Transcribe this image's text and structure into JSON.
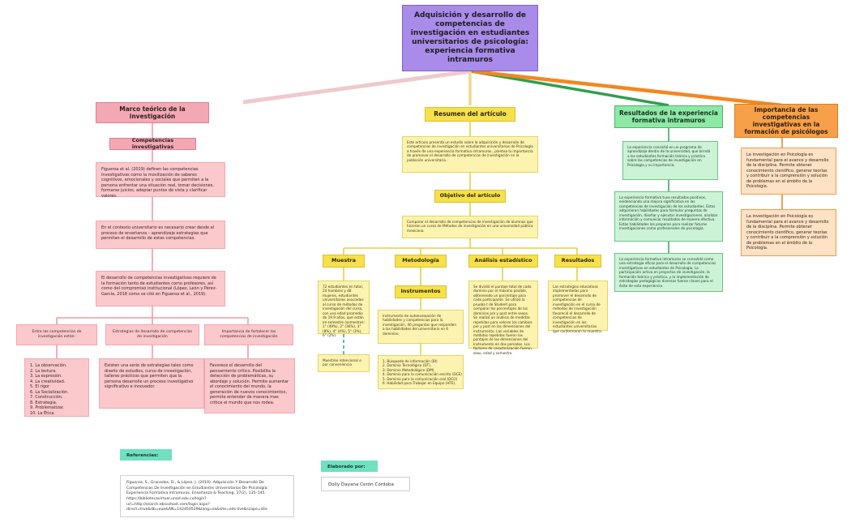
{
  "root": {
    "title": "Adquisición y desarrollo de competencias de investigación en estudiantes universitarios de psicología: experiencia formativa intramuros",
    "color": "#a98bea"
  },
  "branches": {
    "marco": {
      "header": "Marco teórico de la investigación",
      "sub_header": "Competencias investigativas",
      "body1": "Figueroa et al. (2019) definen las competencias investigativas como la movilización de saberes cognitivos, emocionales y sociales que permiten a la persona enfrentar una situación real, tomar decisiones, formarse juicios, adoptar puntos de vista y clarificar valores.",
      "body2": "En el contexto universitario es necesario crear desde el proceso de enseñanza – aprendizaje estrategias que permitan el desarrollo de estas competencias.",
      "body3": "El desarrollo de competencias investigativas requiere de la formación tanto de estudiantes como profesores, así como del compromiso institucional (López, León y Pérez-García, 2018 como se citó en Figueroa et al., 2019).",
      "col1_header": "Entre las competencias de investigación están:",
      "col1_items": [
        "1. La observación.",
        "2. La lectura.",
        "3. La expresión.",
        "4. La creatividad.",
        "5. El rigor",
        "6. La Socialización.",
        "7. Construcción.",
        "8. Estrategia.",
        "9. Problematizar.",
        "10. La Ética."
      ],
      "col2_header": "Estrategias de desarrollo de competencias de investigación",
      "col2_body": "Existen una serie de estrategias tales como diseño de estudios, curso de investigación, talleres prácticos que permiten que la persona desarrolle un proceso investigativo significativo e innovador.",
      "col3_header": "Importancia de fortalecer las competencias de investigación",
      "col3_body": "Favorece el desarrollo del pensamiento crítico. Posibilita la detección de problemáticas, su abordaje y solución. Permite aumentar el conocimiento del mundo, la generación de nuevos conocimientos, permite entender de manera mas critica el mundo que nos rodea.",
      "color": "#f3a8b3"
    },
    "resumen": {
      "header": "Resumen del artículo",
      "body1": "Este artículo presenta un estudio sobre la adquisición y desarrollo de competencias de investigación en estudiantes universitarios de Psicología a través de una experiencia formativa intramuros., plantea la importancia de promover el desarrollo de competencias de investigación en la población universitaria.",
      "objetivo_header": "Objetivo del artículo",
      "objetivo_body": "Comparar el desarrollo de competencias de investigación de alumnos que hicieron un curso de Métodos de investigación en una universidad pública mexicana.",
      "muestra_header": "Muestra",
      "muestra_body": "72 estudiantes en total, 24 hombres y 48 mujeres, estudiantes universitarios asociados al curso de métodos de investigación del curso, con una edad promedio de 19.9 años, que están en semestre (semestres: 1° (49%), 2° (36%), 3° (8%), 4° (4%), 5° (3%), 6° (2%).",
      "muestreo_body": "Muestreo intencional o por conveniencia",
      "metodologia_header": "Metodología",
      "instrumentos_header": "Instrumentos",
      "instrumentos_body": "Instrumento de autoevaluación de habilidades y competencias para la investigación, 46 preguntas que responden a las habilidades del universitario en 6 dominios:",
      "dominios": [
        "1. Búsqueda de información (BI)",
        "2. Dominio Tecnológico (DT),",
        "3. Dominio Metodológico (DM)",
        "4. Dominio para la comunicación escrita (DCE)",
        "5. Dominio para la comunicación oral (DCO)",
        "6. Habilidad para Trabajar en Equipo (HTE)."
      ],
      "analisis_header": "Análisis estadístico",
      "analisis_body": "Se dividió el puntaje total de cada dominio por el máximo posible, obteniendo un porcentaje para cada participante. Se utilizó la prueba t de Student para comparar los porcentajes de los dominios pre y post entre sexos. Se realizó un análisis de medidas repetidas para valorar los cambios pre y post en las dimensiones del instrumento. Las variables de medidas repetidas fueron los puntajes de las dimensiones del instrumento en dos períodos. Los factores de caracterización fueron sexo, edad y semestre.",
      "resultados_header": "Resultados",
      "resultados_body": "Las estrategias educativas implementadas para promover el desarrollo de competencias de investigación en el curso de métodos de investigación favoreció el desarrollo de competencias de investigación en los estudiantes universitarios que conformaron la muestra.",
      "color": "#f7e04a"
    },
    "resultados_exp": {
      "header": "Resultados de la experiencia formativa intramuros",
      "body1": "La experiencia consistió en un programa de aprendizaje dentro de la universidad, que brindó a los estudiantes formación teórica y práctica sobre las competencias de investigación en Psicología y su importancia.",
      "body2": "La experiencia formativa tuvo resultados positivos, evidenciando una mejora significativa en las competencias de investigación de los estudiantes. Estos adquirieron habilidades para formular preguntas de investigación, diseñar y ejecutar investigaciones, analizar información y comunicar resultados de manera efectiva. Estas habilidades les preparan para realizar futuras investigaciones como profesionales de psicología.",
      "body3": "La experiencia formativa intramuros se consolidó como una estrategia eficaz para el desarrollo de competencias investigativas en estudiantes de Psicología. La participación activa en proyectos de investigación, la formación teórica y práctica, y la implementación de estrategias pedagógicas diversas fueron claves para el éxito de esta experiencia.",
      "color": "#8ee8a6"
    },
    "importancia": {
      "header": "Importancia de las competencias investigativas en la formación de psicólogos",
      "body1": "La investigación en Psicología es fundamental para el avance y desarrollo de la disciplina. Permite obtener conocimiento científico, generar teorías y contribuir a la comprensión y solución de problemas en el ámbito de la Psicología.",
      "body2": "La investigación en Psicología es fundamental para el avance y desarrollo de la disciplina. Permite obtener conocimiento científico, generar teorías y contribuir a la comprensión y solución de problemas en el ámbito de la Psicología.",
      "color": "#f6a04a"
    }
  },
  "footer": {
    "references_label": "Referencias:",
    "reference_text": "Figueroa, S., Granados, D., & López, J. (2019). Adquisición Y Desarrollo De Competencias De Investigación en Estudiantes Universitarios De Psicología: Experiencia Formativa Intramuros. Enseñanza & Teaching, 37(2), 135–145. https://bibliotecavirtual.unad.edu.co/login?url=http://search.ebscohost.com/login.aspx?direct=true&db=eue&AN=142450529&lang=es&site=eds-live&scope=site",
    "author_label": "Elaborado por:",
    "author_name": "Dolly Dayana Cerón Córdoba"
  }
}
